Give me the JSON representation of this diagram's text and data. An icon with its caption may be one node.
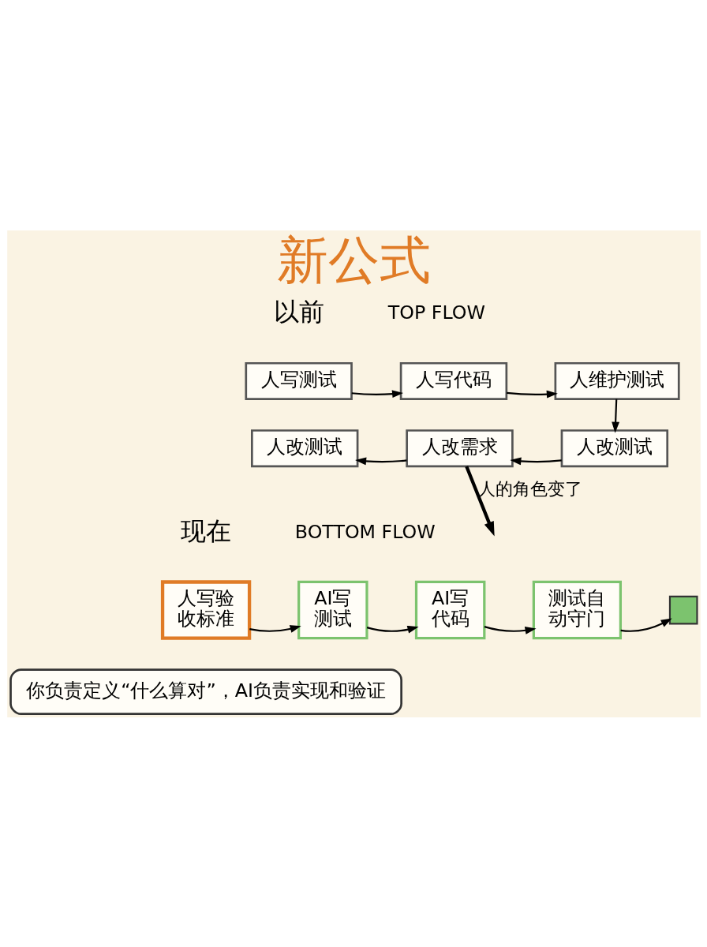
{
  "diagram": {
    "title": "新公式",
    "nodes": [
      {
        "text": [
          "人写测试"
        ]
      },
      {
        "text": [
          "人写代码"
        ]
      },
      {
        "text": [
          "人维护测试"
        ]
      },
      {
        "text": [
          "人改测试"
        ]
      },
      {
        "text": [
          "人改需求"
        ]
      },
      {
        "text": [
          "人改测试"
        ]
      },
      {
        "text": [
          "人写验收标准"
        ]
      },
      {
        "text": [
          "AI写测试"
        ]
      },
      {
        "text": [
          "AI写代码"
        ]
      },
      {
        "text": [
          "测试自动守门"
        ]
      },
      {
        "text": [],
        "shape": "box"
      },
      {
        "text": [
          "你负责定义“什么算对”，AI负责实现和验证"
        ]
      }
    ],
    "edges": [
      {
        "from": 0,
        "to": 1,
        "arrow": "to"
      },
      {
        "from": 1,
        "to": 2,
        "arrow": "to"
      },
      {
        "from": 2,
        "to": 5,
        "arrow": "to"
      },
      {
        "from": 5,
        "to": 4,
        "arrow": "to"
      },
      {
        "from": 4,
        "to": 3,
        "arrow": "to"
      },
      {
        "from": 4,
        "to": null,
        "arrow": "to",
        "label": "人的角色变了",
        "style": "thick"
      },
      {
        "from": 6,
        "to": 7,
        "arrow": "to"
      },
      {
        "from": 7,
        "to": 8,
        "arrow": "to"
      },
      {
        "from": 8,
        "to": 9,
        "arrow": "to"
      },
      {
        "from": 9,
        "to": 10,
        "arrow": "to"
      }
    ],
    "labels": [
      "以前",
      "TOP FLOW",
      "现在",
      "BOTTOM FLOW"
    ]
  }
}
